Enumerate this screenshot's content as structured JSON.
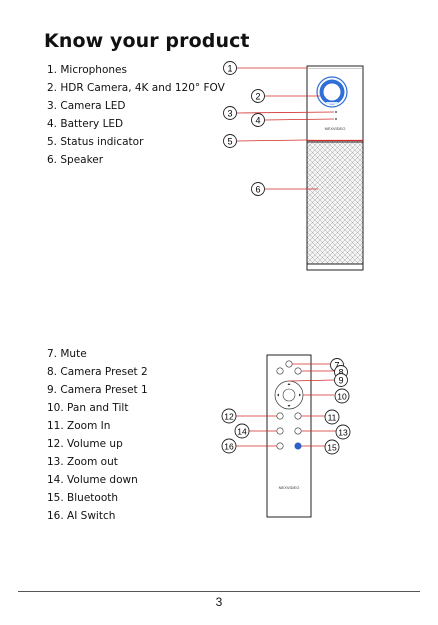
{
  "page": {
    "title": "Know your product",
    "page_number": "3"
  },
  "camera_parts": [
    {
      "num": "1.",
      "label": "Microphones"
    },
    {
      "num": "2.",
      "label": "HDR Camera, 4K and 120° FOV"
    },
    {
      "num": "3.",
      "label": "Camera LED"
    },
    {
      "num": "4.",
      "label": "Battery LED"
    },
    {
      "num": "5.",
      "label": "Status indicator"
    },
    {
      "num": "6.",
      "label": "Speaker"
    }
  ],
  "remote_parts": [
    {
      "num": "7.",
      "label": "Mute"
    },
    {
      "num": "8.",
      "label": "Camera Preset 2"
    },
    {
      "num": "9.",
      "label": "Camera Preset 1"
    },
    {
      "num": "10.",
      "label": "Pan and Tilt"
    },
    {
      "num": "11.",
      "label": "Zoom In"
    },
    {
      "num": "12.",
      "label": "Volume up"
    },
    {
      "num": "13.",
      "label": "Zoom out"
    },
    {
      "num": "14.",
      "label": "Volume down"
    },
    {
      "num": "15.",
      "label": "Bluetooth"
    },
    {
      "num": "16.",
      "label": "AI Switch"
    }
  ],
  "callouts": {
    "c1": "1",
    "c2": "2",
    "c3": "3",
    "c4": "4",
    "c5": "5",
    "c6": "6",
    "c7": "7",
    "c8": "8",
    "c9": "9",
    "c10": "10",
    "c11": "11",
    "c12": "12",
    "c13": "13",
    "c14": "14",
    "c15": "15",
    "c16": "16"
  },
  "brand": {
    "device_logo": "NEXVIDEO",
    "remote_logo": "NEXVIDEO"
  },
  "colors": {
    "callout_line": "#d22a2a",
    "camera_ring": "#2f6fd6",
    "bluetooth_button": "#2f5fc8"
  }
}
